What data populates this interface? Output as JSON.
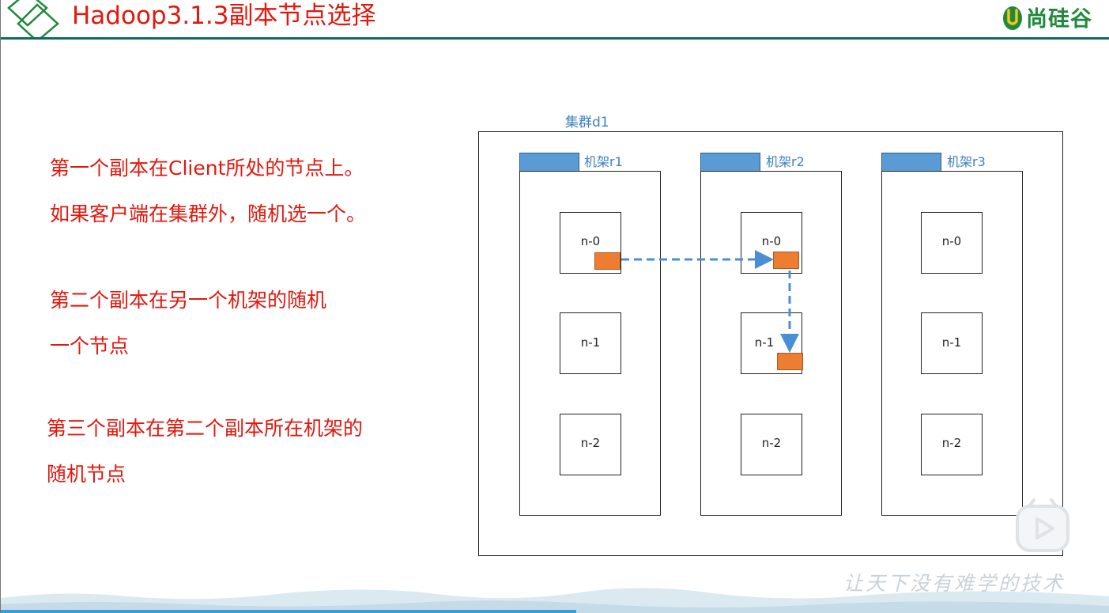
{
  "header": {
    "title": "Hadoop3.1.3副本节点选择",
    "logo_text": "尚硅谷"
  },
  "left_text": {
    "para1_line1": "第一个副本在Client所处的节点上。",
    "para1_line2": "如果客户端在集群外，随机选一个。",
    "para2_line1": "第二个副本在另一个机架的随机",
    "para2_line2": "一个节点",
    "para3_line1": "第三个副本在第二个副本所在机架的",
    "para3_line2": "随机节点"
  },
  "diagram": {
    "cluster_label": "集群d1",
    "racks": [
      {
        "label": "机架r1",
        "nodes": [
          "n-0",
          "n-1",
          "n-2"
        ]
      },
      {
        "label": "机架r2",
        "nodes": [
          "n-0",
          "n-1",
          "n-2"
        ]
      },
      {
        "label": "机架r3",
        "nodes": [
          "n-0",
          "n-1",
          "n-2"
        ]
      }
    ]
  },
  "footer": {
    "slogan": "让天下没有难学的技术"
  },
  "colors": {
    "title_red": "#e3170d",
    "header_line": "#0f6b5f",
    "rack_blue": "#5b9bd5",
    "replica_orange": "#ed7d31",
    "arrow_blue": "#4a8fd6",
    "logo_green": "#1f8a3a"
  }
}
